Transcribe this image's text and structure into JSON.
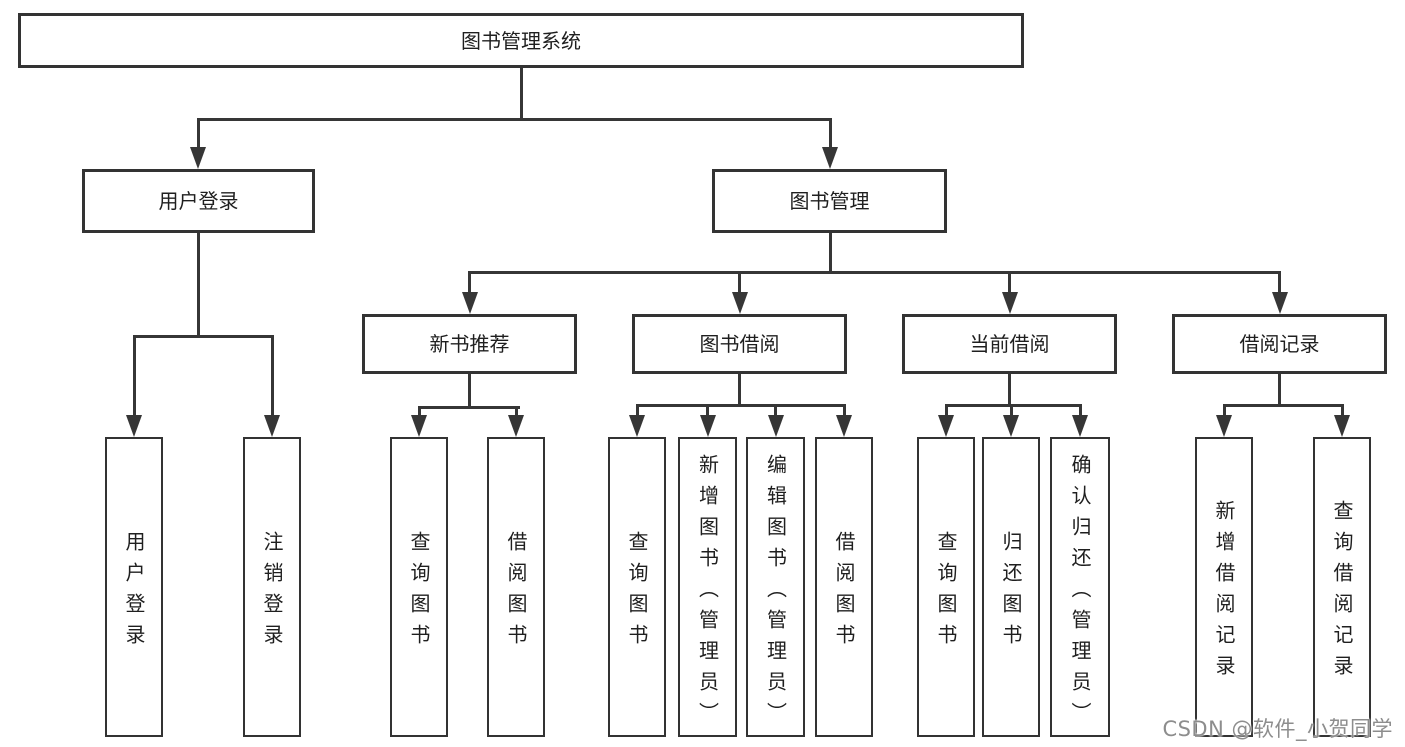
{
  "diagram": {
    "root": "图书管理系统",
    "branches": [
      {
        "label": "用户登录",
        "leaves": [
          "用户登录",
          "注销登录"
        ]
      },
      {
        "label": "图书管理",
        "groups": [
          {
            "label": "新书推荐",
            "leaves": [
              "查询图书",
              "借阅图书"
            ]
          },
          {
            "label": "图书借阅",
            "leaves": [
              "查询图书",
              "新增图书（管理员）",
              "编辑图书（管理员）",
              "借阅图书"
            ]
          },
          {
            "label": "当前借阅",
            "leaves": [
              "查询图书",
              "归还图书",
              "确认归还（管理员）"
            ]
          },
          {
            "label": "借阅记录",
            "leaves": [
              "新增借阅记录",
              "查询借阅记录"
            ]
          }
        ]
      }
    ]
  },
  "colors": {
    "line": "#363636",
    "text": "#1f1f1f",
    "watermark": "#8d8d8d"
  },
  "watermark": "CSDN @软件_小贺同学"
}
